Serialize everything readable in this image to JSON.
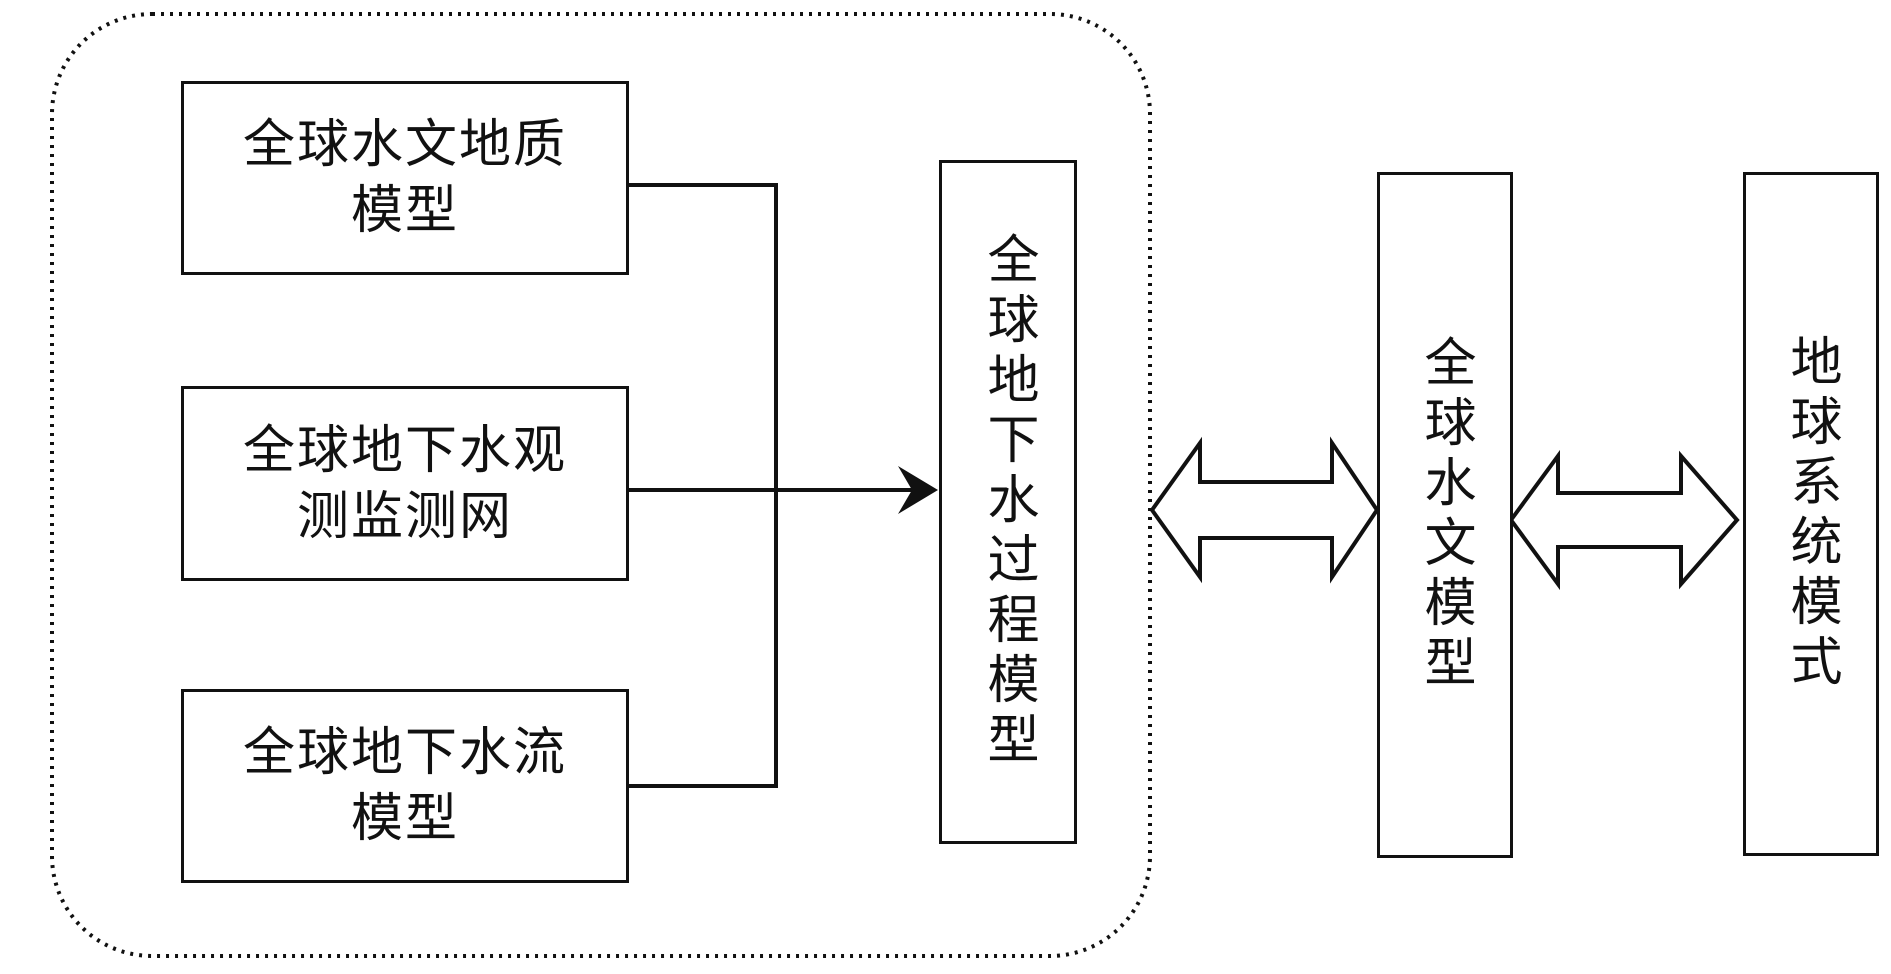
{
  "inputs": [
    {
      "lines": [
        "全球水文地质",
        "模型"
      ]
    },
    {
      "lines": [
        "全球地下水观",
        "测监测网"
      ]
    },
    {
      "lines": [
        "全球地下水流",
        "模型"
      ]
    }
  ],
  "process_model": {
    "label": "全球地下水过程模型"
  },
  "hydrology_model": {
    "label": "全球水文模型"
  },
  "earth_system_model": {
    "label": "地球系统模式"
  }
}
